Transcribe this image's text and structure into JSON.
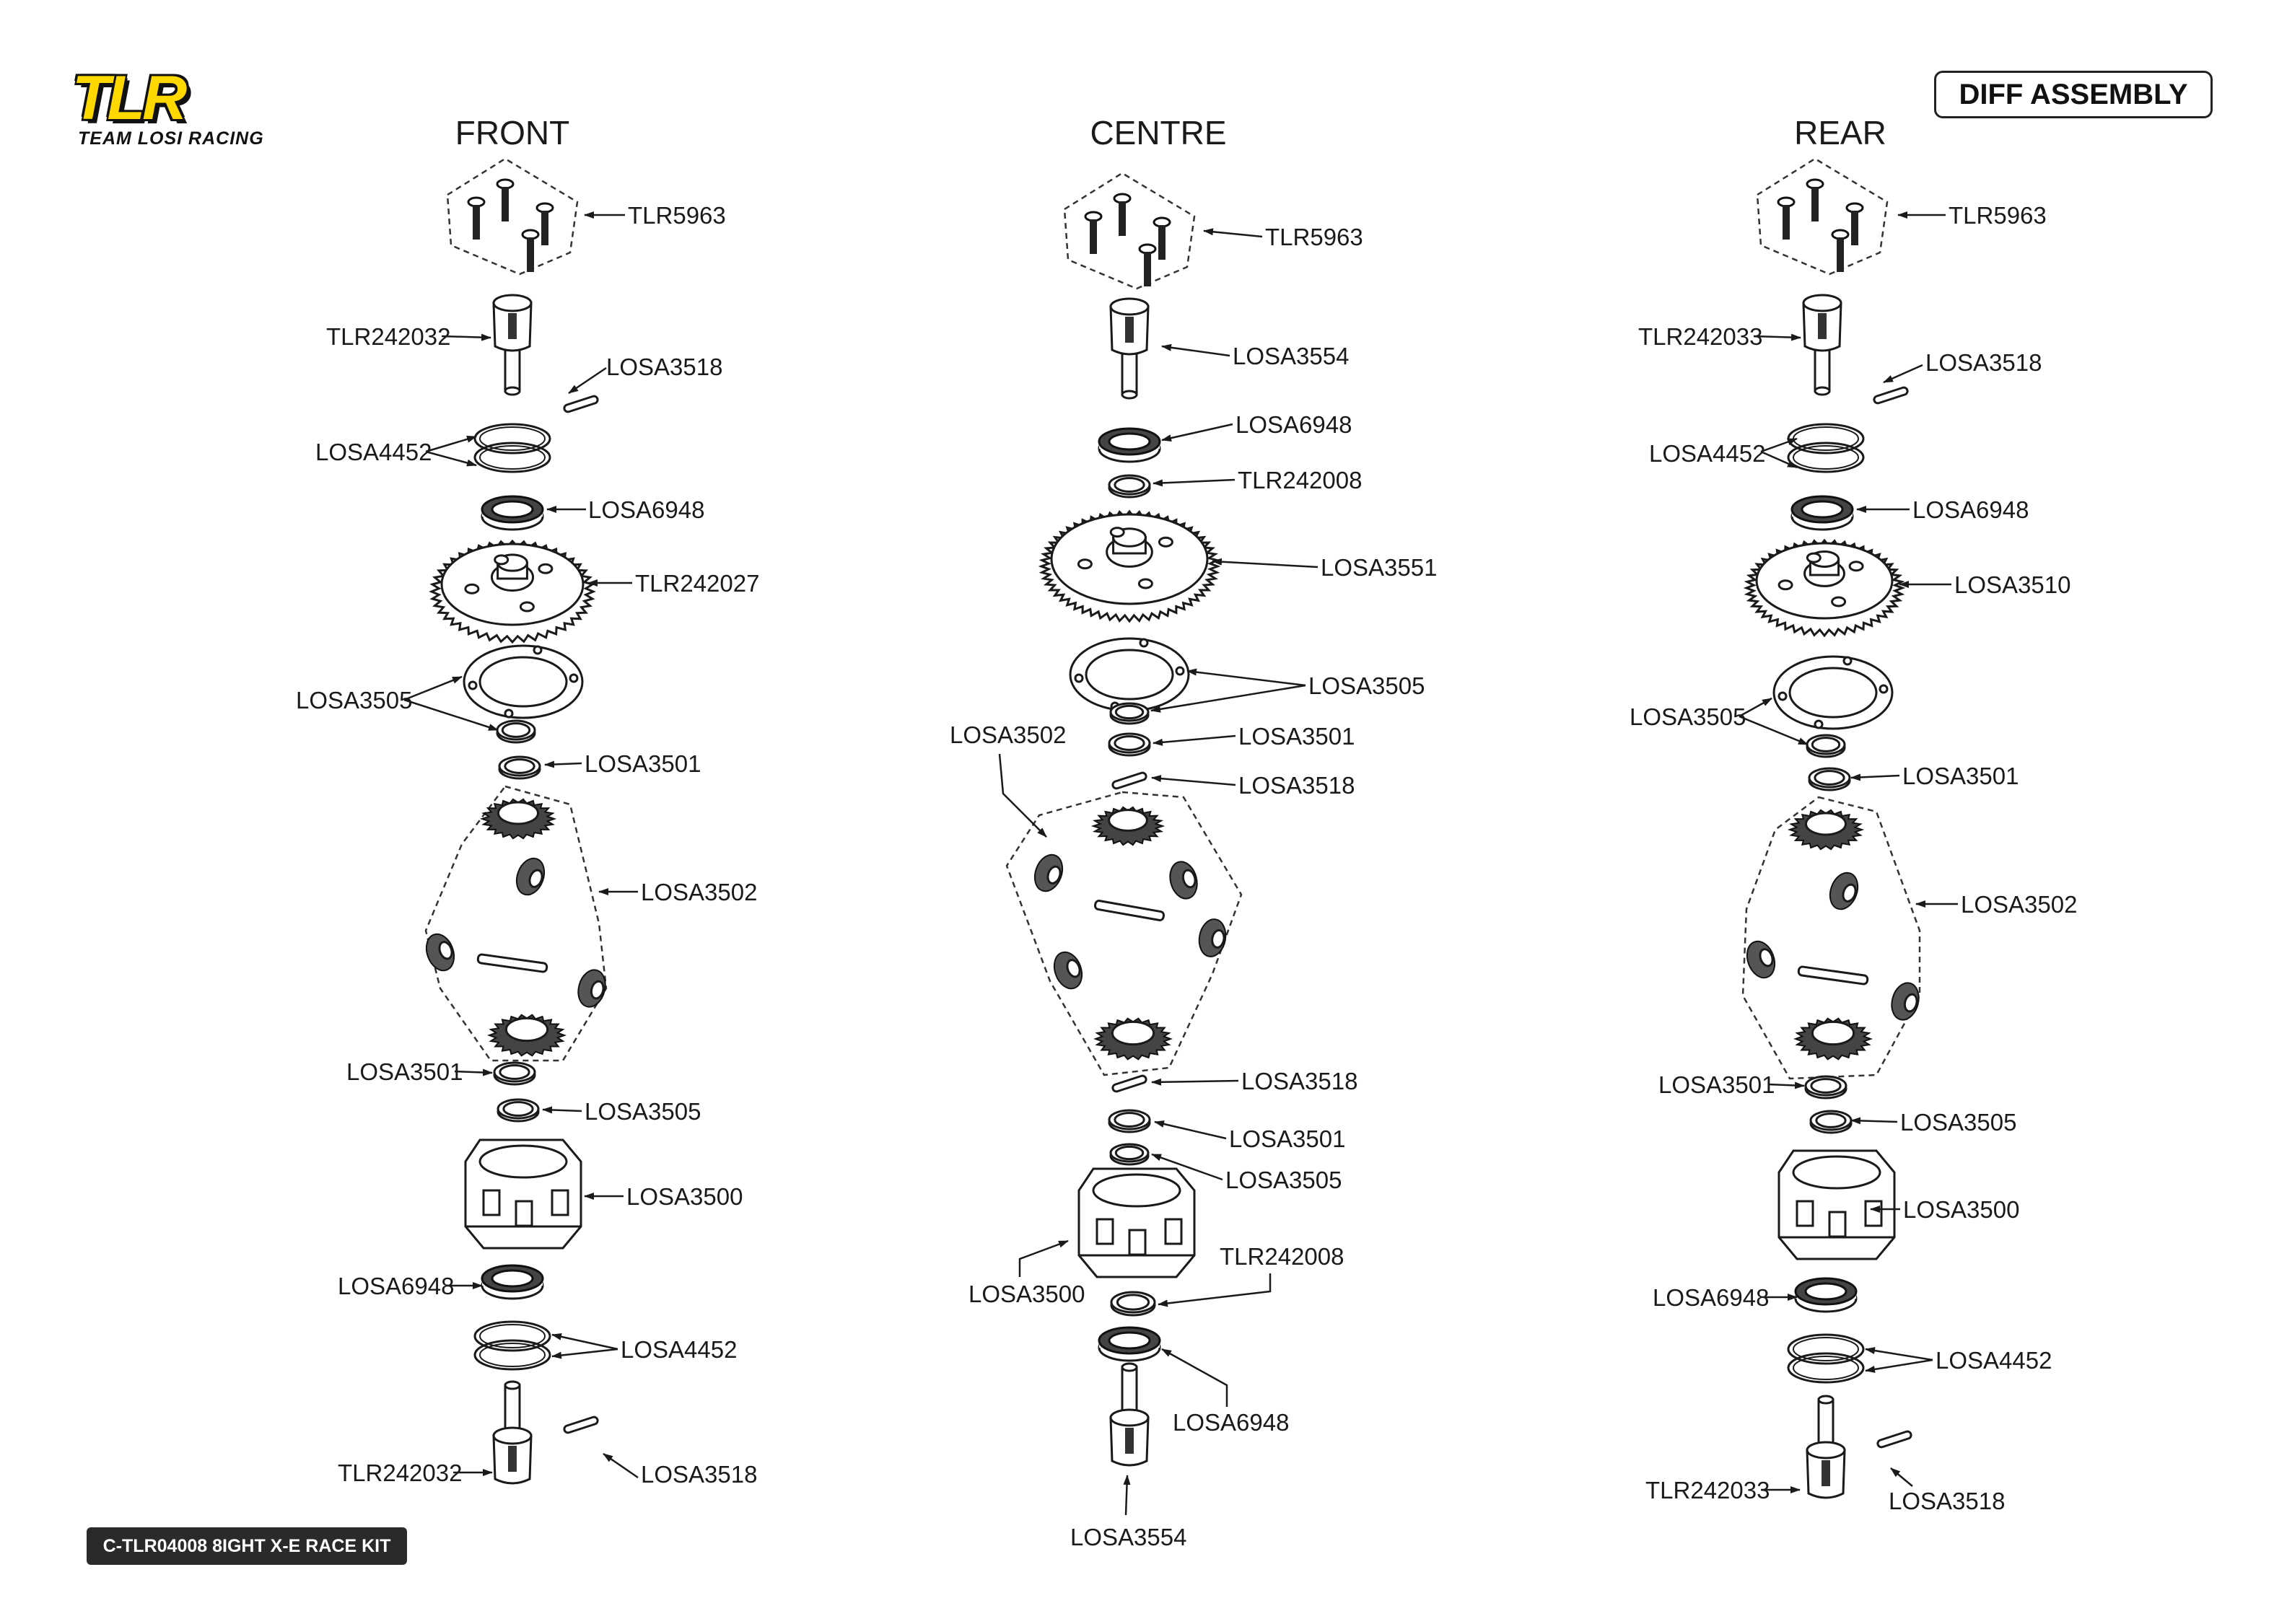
{
  "logo": {
    "wordmark": "TLR",
    "tagline": "TEAM LOSI RACING"
  },
  "title": "DIFF ASSEMBLY",
  "kit": "C-TLR04008 8IGHT X-E RACE KIT",
  "columns": [
    {
      "heading": "FRONT",
      "labels": [
        "TLR5963",
        "TLR242032",
        "LOSA3518",
        "LOSA4452",
        "LOSA6948",
        "TLR242027",
        "LOSA3505",
        "LOSA3501",
        "LOSA3502",
        "LOSA3501",
        "LOSA3505",
        "LOSA3500",
        "LOSA6948",
        "LOSA4452",
        "TLR242032",
        "LOSA3518"
      ]
    },
    {
      "heading": "CENTRE",
      "labels": [
        "TLR5963",
        "LOSA3554",
        "LOSA6948",
        "TLR242008",
        "LOSA3551",
        "LOSA3505",
        "LOSA3501",
        "LOSA3502",
        "LOSA3518",
        "LOSA3518",
        "LOSA3501",
        "LOSA3505",
        "TLR242008",
        "LOSA3500",
        "LOSA6948",
        "LOSA3554"
      ]
    },
    {
      "heading": "REAR",
      "labels": [
        "TLR5963",
        "TLR242033",
        "LOSA3518",
        "LOSA4452",
        "LOSA6948",
        "LOSA3510",
        "LOSA3505",
        "LOSA3501",
        "LOSA3502",
        "LOSA3501",
        "LOSA3505",
        "LOSA3500",
        "LOSA6948",
        "LOSA4452",
        "TLR242033",
        "LOSA3518"
      ]
    }
  ]
}
